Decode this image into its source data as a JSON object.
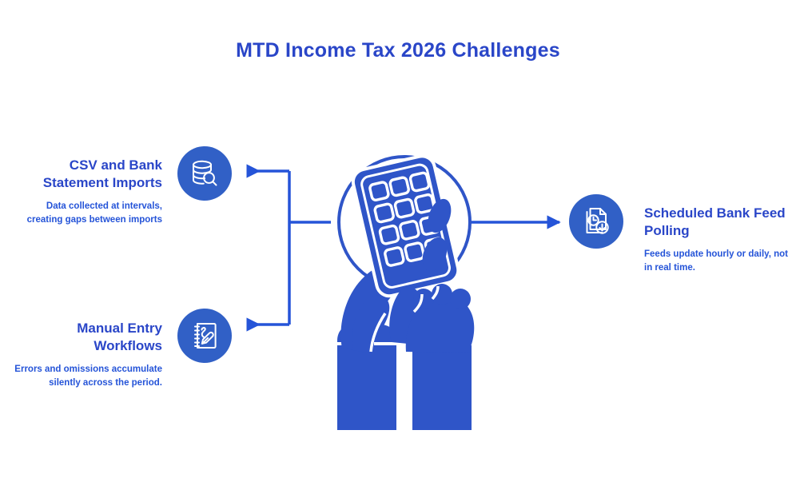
{
  "header": {
    "title": "MTD Income Tax 2026 Challenges"
  },
  "colors": {
    "accent_blue": "#2a46c8",
    "icon_circle": "#3160c6",
    "connector": "#2554d8",
    "illustration": "#2f55c8",
    "background": "#ffffff"
  },
  "nodes": {
    "left": [
      {
        "id": "csv-bank-statement-imports",
        "icon": "database-search-icon",
        "title": "CSV and Bank Statement Imports",
        "description": "Data collected at intervals, creating gaps between imports"
      },
      {
        "id": "manual-entry-workflows",
        "icon": "notebook-pen-icon",
        "title": "Manual Entry Workflows",
        "description": "Errors and omissions accumulate silently across the period."
      }
    ],
    "right": [
      {
        "id": "scheduled-bank-feed-polling",
        "icon": "document-clock-download-icon",
        "title": "Scheduled Bank Feed Polling",
        "description": "Feeds update hourly or daily, not in real time."
      }
    ]
  },
  "center": {
    "illustration": "hands-holding-calculator-illustration"
  }
}
